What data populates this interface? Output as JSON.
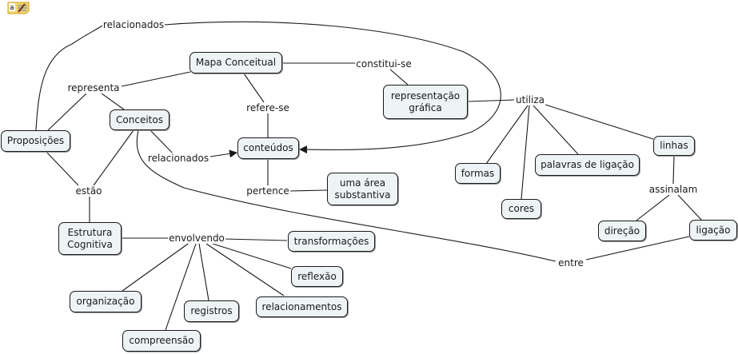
{
  "toolbar": {
    "icon": "concept-note-icon",
    "glyph": "a"
  },
  "colors": {
    "node_fill": "#eef3f5",
    "node_border": "#1a1a1a",
    "line": "#1a1a1a",
    "icon_fill": "#f6d66a"
  },
  "nodes": {
    "mapa": "Mapa Conceitual",
    "proposicoes": "Proposições",
    "conceitos": "Conceitos",
    "conteudos": "conteúdos",
    "representacao": "representação\ngráfica",
    "area": "uma área\nsubstantiva",
    "estrutura": "Estrutura\nCognitiva",
    "transformacoes": "transformações",
    "reflexao": "reflexão",
    "relacionamentos": "relacionamentos",
    "registros": "registros",
    "organizacao": "organização",
    "compreensao": "compreensão",
    "formas": "formas",
    "cores": "cores",
    "palavras": "palavras de ligação",
    "linhas": "linhas",
    "direcao": "direção",
    "ligacao": "ligação"
  },
  "links": {
    "relacionados_top": "relacionados",
    "representa": "representa",
    "constitui": "constitui-se",
    "refere": "refere-se",
    "relacionados_mid": "relacionados",
    "estao": "estão",
    "pertence": "pertence",
    "utiliza": "utiliza",
    "assinalam": "assinalam",
    "envolvendo": "envolvendo",
    "entre": "entre"
  }
}
